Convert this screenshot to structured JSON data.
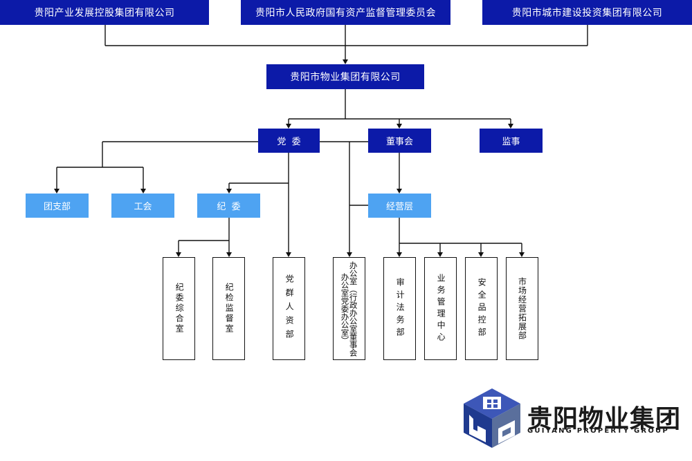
{
  "shareholders": [
    "贵阳产业发展控股集团有限公司",
    "贵阳市人民政府国有资产监督管理委员会",
    "贵阳市城市建设投资集团有限公司"
  ],
  "company": "贵阳市物业集团有限公司",
  "level2": {
    "party": "党  委",
    "board": "董事会",
    "supervisor": "监事"
  },
  "level3": {
    "youth": "团支部",
    "union": "工会",
    "discipline": "纪  委",
    "management": "经营层"
  },
  "departments": {
    "discipline_office": "纪委综合室",
    "supervision_office": "纪检监督室",
    "party_hr": "党群人资部",
    "office": "办公室（行政办公室董事会办公室党委办公室）",
    "audit_legal": "审计法务部",
    "business_mgmt": "业务管理中心",
    "safety": "安全品控部",
    "market_dev": "市场经营拓展部"
  },
  "logo": {
    "cn": "贵阳物业集团",
    "en": "GUIYANG PROPERTY GROUP"
  },
  "colors": {
    "dark_box": "#0c1aa8",
    "light_box": "#4ea3f2",
    "line": "#111111"
  }
}
